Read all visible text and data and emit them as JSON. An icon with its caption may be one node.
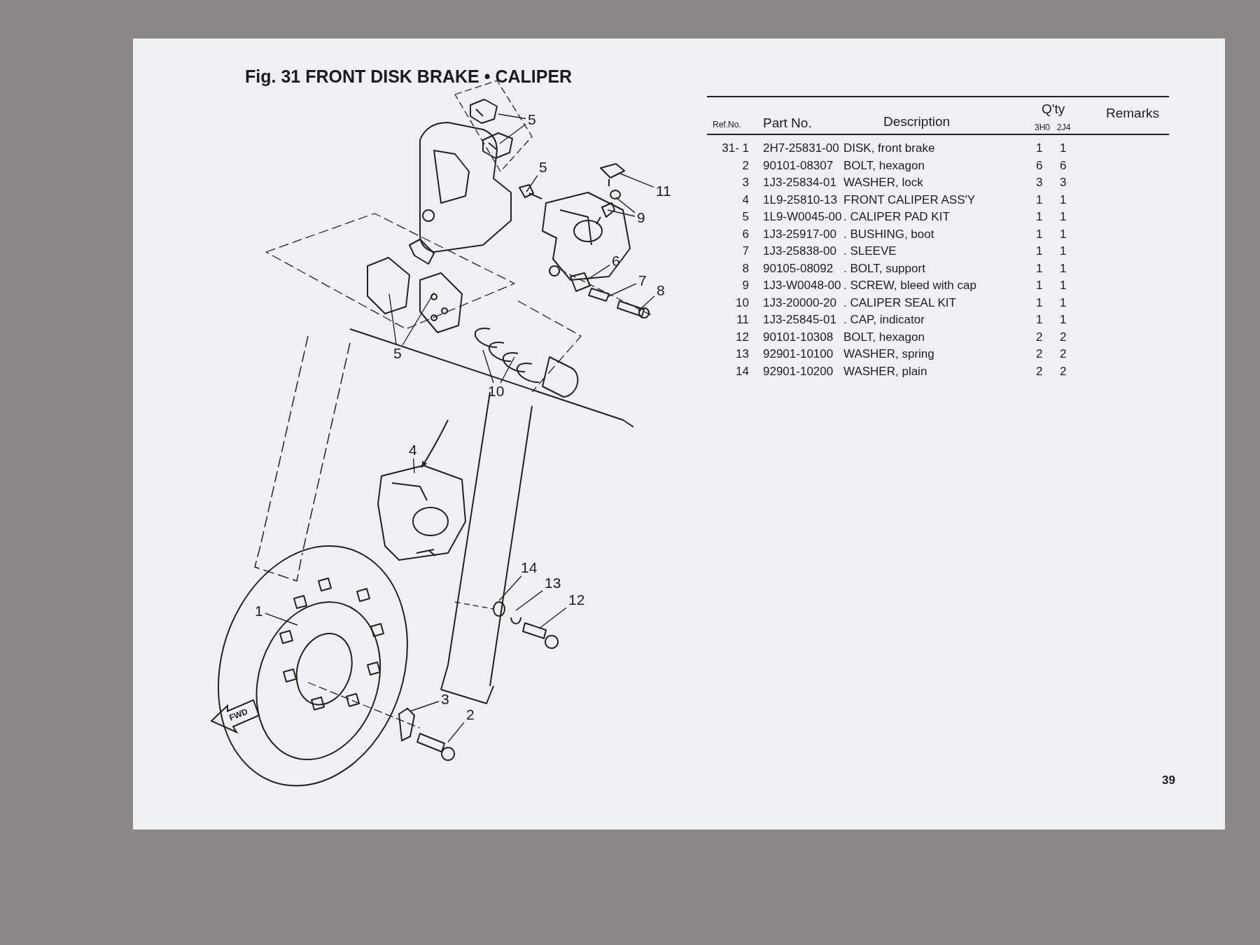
{
  "diagram": {
    "title": "Fig. 31 FRONT DISK BRAKE • CALIPER",
    "nodes": [
      {
        "text": [
          "5"
        ]
      },
      {
        "text": [
          "5"
        ]
      },
      {
        "text": [
          "11"
        ]
      },
      {
        "text": [
          "9"
        ]
      },
      {
        "text": [
          "6"
        ]
      },
      {
        "text": [
          "7"
        ]
      },
      {
        "text": [
          "8"
        ]
      },
      {
        "text": [
          "5"
        ]
      },
      {
        "text": [
          "10"
        ]
      },
      {
        "text": [
          "4"
        ]
      },
      {
        "text": [
          "14"
        ]
      },
      {
        "text": [
          "13"
        ]
      },
      {
        "text": [
          "12"
        ]
      },
      {
        "text": [
          "1"
        ]
      },
      {
        "text": [
          "3"
        ]
      },
      {
        "text": [
          "2"
        ]
      }
    ],
    "edges": [
      {
        "from": 0,
        "to": null,
        "arrow": "none"
      },
      {
        "from": 0,
        "to": null,
        "arrow": "none"
      },
      {
        "from": 1,
        "to": null,
        "arrow": "none"
      },
      {
        "from": 2,
        "to": null,
        "arrow": "none"
      },
      {
        "from": 3,
        "to": null,
        "arrow": "none"
      },
      {
        "from": 3,
        "to": null,
        "arrow": "none"
      },
      {
        "from": 4,
        "to": null,
        "arrow": "none"
      },
      {
        "from": 5,
        "to": null,
        "arrow": "none"
      },
      {
        "from": 6,
        "to": null,
        "arrow": "none"
      },
      {
        "from": 7,
        "to": null,
        "arrow": "none"
      },
      {
        "from": 7,
        "to": null,
        "arrow": "none"
      },
      {
        "from": 8,
        "to": null,
        "arrow": "none"
      },
      {
        "from": 8,
        "to": null,
        "arrow": "none"
      },
      {
        "from": 9,
        "to": null,
        "arrow": "none"
      },
      {
        "from": 10,
        "to": null,
        "arrow": "none"
      },
      {
        "from": 11,
        "to": null,
        "arrow": "none"
      },
      {
        "from": 12,
        "to": null,
        "arrow": "none"
      },
      {
        "from": 13,
        "to": null,
        "arrow": "none"
      },
      {
        "from": 14,
        "to": null,
        "arrow": "none"
      },
      {
        "from": 15,
        "to": null,
        "arrow": "none"
      }
    ],
    "labels": [
      "Ref.No.",
      "Part No.",
      "Description",
      "Q'ty",
      "3H0",
      "2J4",
      "Remarks",
      "31- 1",
      "2H7-25831-00",
      "DISK, front brake",
      "1",
      "1",
      "2",
      "90101-08307",
      "BOLT, hexagon",
      "6",
      "6",
      "3",
      "1J3-25834-01",
      "WASHER, lock",
      "3",
      "3",
      "4",
      "1L9-25810-13",
      "FRONT CALIPER ASS'Y",
      "1",
      "1",
      "5",
      "1L9-W0045-00",
      ". CALIPER PAD KIT",
      "1",
      "1",
      "6",
      "1J3-25917-00",
      ". BUSHING, boot",
      "1",
      "1",
      "7",
      "1J3-25838-00",
      ". SLEEVE",
      "1",
      "1",
      "8",
      "90105-08092",
      ". BOLT, support",
      "1",
      "1",
      "9",
      "1J3-W0048-00",
      ". SCREW, bleed with cap",
      "1",
      "1",
      "10",
      "1J3-20000-20",
      ". CALIPER SEAL KIT",
      "1",
      "1",
      "11",
      "1J3-25845-01",
      ". CAP, indicator",
      "1",
      "1",
      "12",
      "90101-10308",
      "BOLT, hexagon",
      "2",
      "2",
      "13",
      "92901-10100",
      "WASHER, spring",
      "2",
      "2",
      "14",
      "92901-10200",
      "WASHER, plain",
      "2",
      "2",
      "FWD",
      "39"
    ]
  }
}
